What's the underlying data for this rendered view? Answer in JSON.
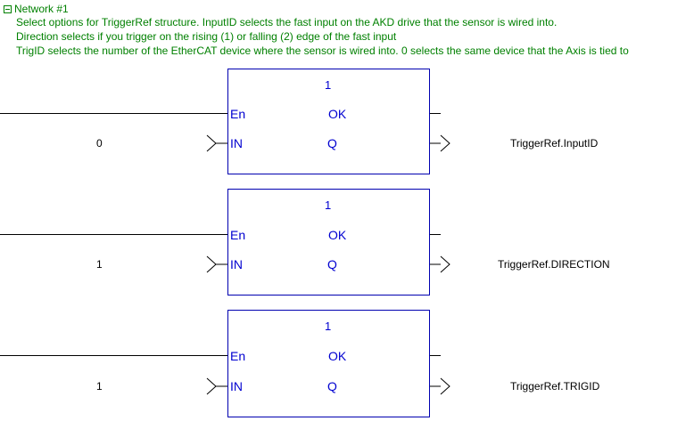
{
  "network": {
    "title": "Network #1",
    "comments": [
      "Select options for TriggerRef structure. InputID selects the fast input on the AKD drive that the sensor is wired into.",
      "Direction selects if you trigger on the rising (1) or falling (2) edge of the fast input",
      "TrigID selects the number of the EtherCAT device where the sensor is wired into. 0 selects the same device that the Axis is tied to"
    ]
  },
  "blocks": [
    {
      "number": "1",
      "en_label": "En",
      "ok_label": "OK",
      "in_label": "IN",
      "q_label": "Q",
      "input_value": "0",
      "output_var": "TriggerRef.InputID"
    },
    {
      "number": "1",
      "en_label": "En",
      "ok_label": "OK",
      "in_label": "IN",
      "q_label": "Q",
      "input_value": "1",
      "output_var": "TriggerRef.DIRECTION"
    },
    {
      "number": "1",
      "en_label": "En",
      "ok_label": "OK",
      "in_label": "IN",
      "q_label": "Q",
      "input_value": "1",
      "output_var": "TriggerRef.TRIGID"
    }
  ],
  "colors": {
    "comment": "#008000",
    "block_border": "#0000b0",
    "block_text": "#0000d0",
    "wire": "#000000"
  }
}
